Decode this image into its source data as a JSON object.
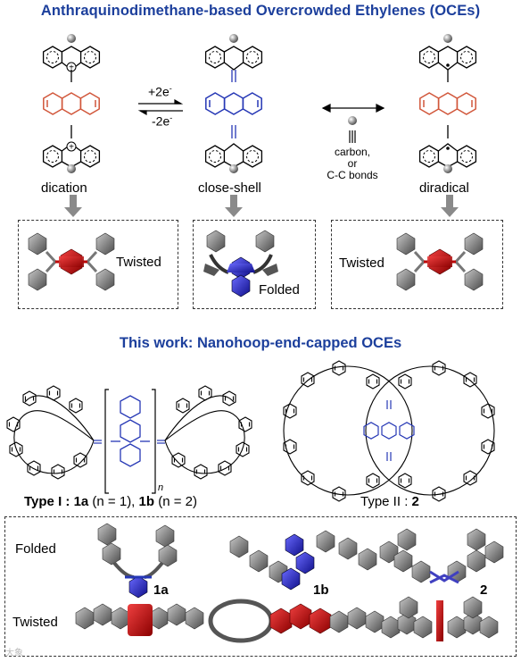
{
  "title": "Anthraquinodimethane-based Overcrowded Ethylenes (OCEs)",
  "subtitle": "This work:  Nanohoop-end-capped OCEs",
  "states": {
    "dication": "dication",
    "closed_shell": "close-shell",
    "diradical": "diradical"
  },
  "arrows": {
    "reduction": "+2e",
    "reduction_sup": "-",
    "oxidation": "-2e",
    "oxidation_sup": "-",
    "bridge_note": [
      "carbon,",
      "or",
      "C-C bonds"
    ]
  },
  "conformers": {
    "twisted_left": "Twisted",
    "folded_center": "Folded",
    "twisted_right": "Twisted"
  },
  "types": {
    "type1_prefix": "Type I : ",
    "type1_a": "1a",
    "type1_a_cond": " (n = 1), ",
    "type1_b": "1b",
    "type1_b_cond": " (n = 2)",
    "type2_prefix": "Type II : ",
    "type2_id": "2",
    "n_label": "n"
  },
  "panel": {
    "row_folded": "Folded",
    "row_twisted": "Twisted",
    "c1a": "1a",
    "c1b": "1b",
    "c2": "2"
  },
  "colors": {
    "title_blue": "#1c3f9c",
    "anthracene_red": "#d1563a",
    "quinoid_blue": "#2537b5",
    "core_red": "#d10e0e",
    "gray": "#8a8a8a"
  },
  "watermark": "大象"
}
